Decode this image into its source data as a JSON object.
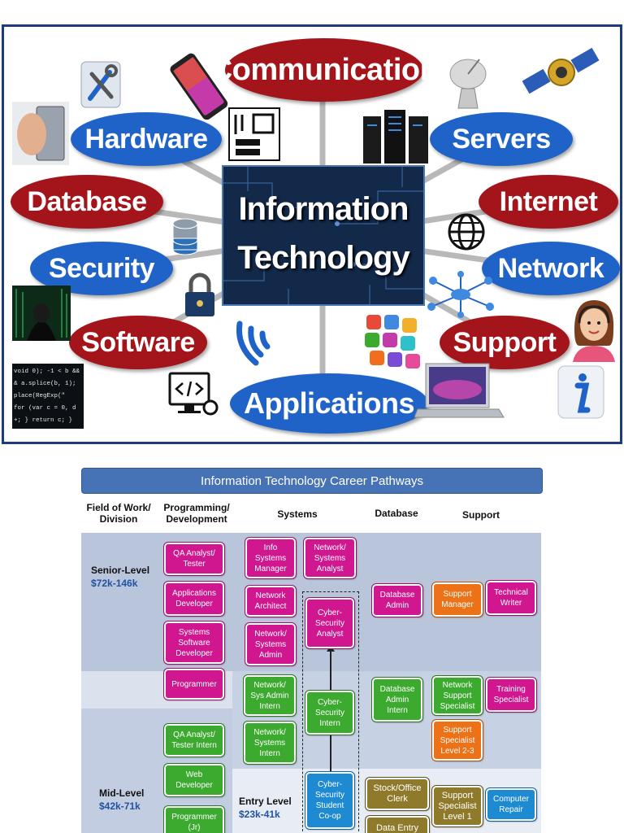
{
  "infographic": {
    "center_line1": "Information",
    "center_line2": "Technology",
    "categories": {
      "communication": "Communication",
      "hardware": "Hardware",
      "servers": "Servers",
      "database": "Database",
      "internet": "Internet",
      "security": "Security",
      "network": "Network",
      "software": "Software",
      "support": "Support",
      "applications": "Applications"
    },
    "code_snippet": [
      "void 0); -1 < b &&",
      "& a.splice(b, 1);",
      "place(RegExp(\"",
      "for (var c = 0, d",
      "+; } return c; }"
    ],
    "icons": [
      "tools-icon",
      "phone-icon",
      "circuit-board-icon",
      "server-rack-icon",
      "satellite-dish-icon",
      "satellite-icon",
      "hand-device-icon",
      "database-icon",
      "globe-icon",
      "padlock-icon",
      "network-hub-icon",
      "hacker-icon",
      "wifi-icon",
      "apps-icon",
      "code-monitor-icon",
      "laptop-icon",
      "support-agent-icon",
      "info-icon",
      "code-screen-icon"
    ],
    "colors": {
      "blue_pill": "#1f63c9",
      "red_pill": "#a3141b",
      "center_bg": "#13294a"
    }
  },
  "career": {
    "title": "Information Technology Career Pathways",
    "headers": {
      "field": "Field of Work/ Division",
      "programming": "Programming/ Development",
      "systems": "Systems",
      "database": "Database",
      "support": "Support"
    },
    "levels": {
      "senior": {
        "name": "Senior-Level",
        "salary": "$72k-146k"
      },
      "mid": {
        "name": "Mid-Level",
        "salary": "$42k-71k"
      },
      "entry": {
        "name": "Entry Level",
        "salary": "$23k-41k"
      }
    },
    "boxes": {
      "qa_analyst": "QA Analyst/ Tester",
      "app_dev": "Applications Developer",
      "sys_sw_dev": "Systems Software Developer",
      "programmer": "Programmer",
      "qa_intern": "QA Analyst/ Tester Intern",
      "web_dev": "Web Developer",
      "programmer_jr": "Programmer (Jr)",
      "info_sys_mgr": "Info Systems Manager",
      "net_sys_analyst": "Network/ Systems Analyst",
      "net_architect": "Network Architect",
      "net_sys_admin": "Network/ Systems Admin",
      "cyber_analyst": "Cyber-Security Analyst",
      "net_sysadmin_intern": "Network/ Sys Admin Intern",
      "net_sys_intern": "Network/ Systems Intern",
      "cyber_intern": "Cyber-Security Intern",
      "cyber_coop": "Cyber-Security Student Co-op",
      "db_admin": "Database Admin",
      "db_admin_intern": "Database Admin Intern",
      "stock_clerk": "Stock/Office Clerk",
      "data_entry": "Data Entry",
      "support_mgr": "Support Manager",
      "tech_writer": "Technical Writer",
      "net_support": "Network Support Specialist",
      "training": "Training Specialist",
      "support_l23": "Support Specialist Level 2-3",
      "support_l1": "Support Specialist Level 1",
      "computer_repair": "Computer Repair"
    },
    "colors": {
      "senior": "#d0178f",
      "mid": "#3caa2f",
      "mgmt": "#ed7117",
      "entry": "#1e8ad2",
      "clerk": "#8f7a2b",
      "band_dark": "#b9c5db",
      "band_light": "#dbe2ee"
    }
  }
}
